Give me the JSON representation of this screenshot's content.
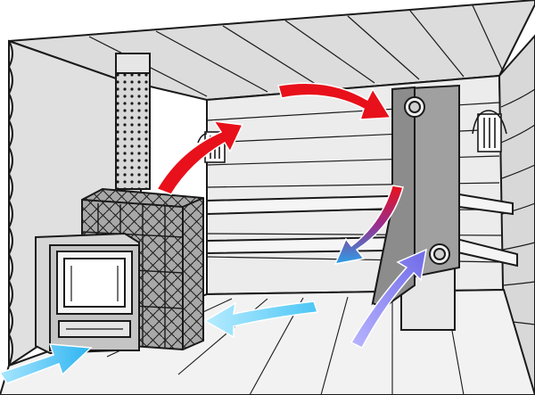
{
  "diagram": {
    "colors": {
      "outline": "#1a1a1a",
      "wall": "#e6e6e6",
      "wall_shade": "#cfcfcf",
      "ceiling": "#dcdcdc",
      "floor": "#f2f2f2",
      "stove_body": "#bdbdbd",
      "stones": "#9a9a9a",
      "tank": "#d8d8d8",
      "pipe": "#8f8f8f",
      "hot_air": "#e8101a",
      "warm_air": "#9b2c8c",
      "cool_air": "#2aa0e8",
      "cold_air": "#35b8f0",
      "return_air": "#8a86f0"
    },
    "icons": [
      "wood-stove-icon",
      "heater-stones-icon",
      "water-tank-icon",
      "exhaust-pipe-icon",
      "wall-lamp-icon"
    ],
    "airflow": [
      {
        "name": "inlet",
        "color": "cold_air"
      },
      {
        "name": "rise-from-heater",
        "color": "hot_air"
      },
      {
        "name": "across-ceiling",
        "color": "hot_air"
      },
      {
        "name": "down-back-wall",
        "color": "hot_air",
        "color_end": "cool_air"
      },
      {
        "name": "back-to-heater",
        "color": "cool_air"
      },
      {
        "name": "return-up-pipe",
        "color": "return_air"
      }
    ]
  }
}
